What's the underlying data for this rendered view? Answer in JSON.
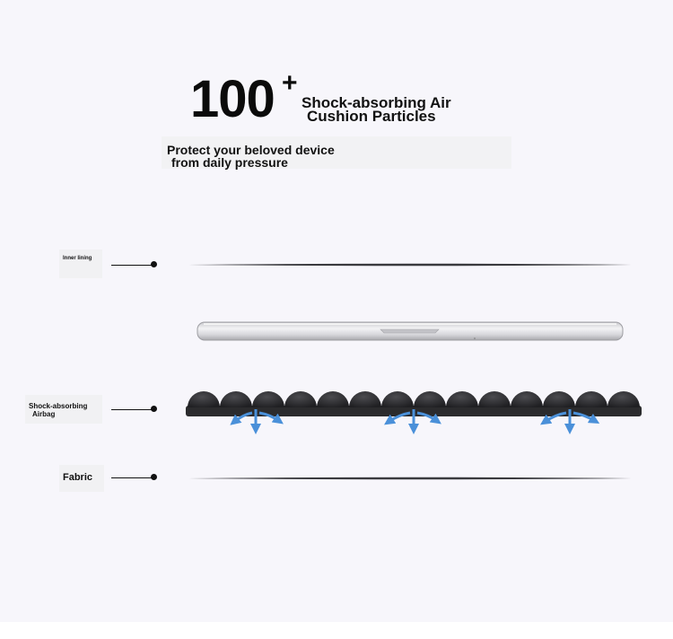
{
  "headline": {
    "count": "100",
    "plus": "+",
    "subtitle_line1": "Shock-absorbing Air",
    "subtitle_line2": "Cushion Particles"
  },
  "tagline": {
    "line1": "Protect your beloved device",
    "line2": "from daily pressure"
  },
  "layers": {
    "inner_lining": "Inner lining",
    "airbag_line1": "Shock-absorbing",
    "airbag_line2": "Airbag",
    "fabric": "Fabric"
  },
  "colors": {
    "background": "#f7f6fb",
    "airbag": "#2b2b2d",
    "arrow": "#4a90d9",
    "line": "#3a3a3e"
  }
}
